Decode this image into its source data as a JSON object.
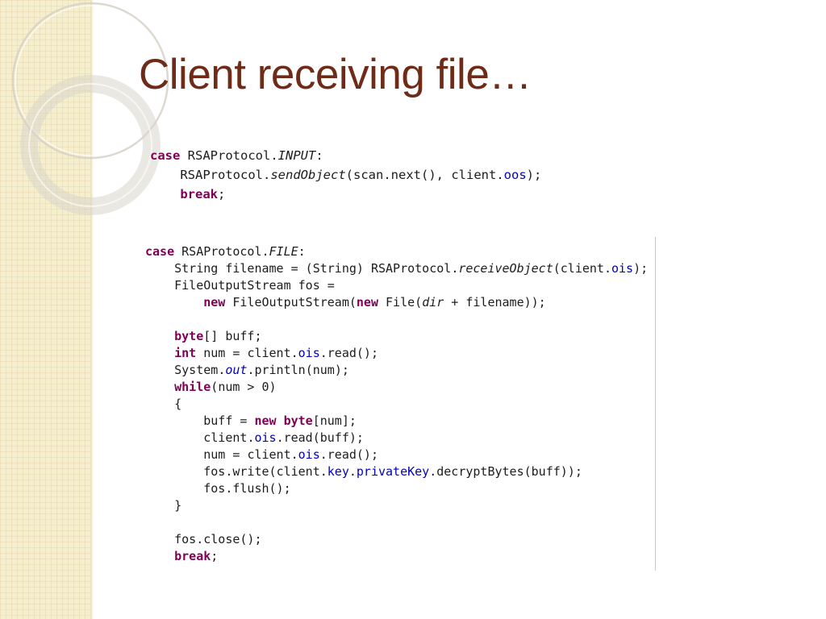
{
  "slide": {
    "title": "Client receiving file…"
  },
  "code_block_1": {
    "lines": [
      "case RSAProtocol.INPUT:",
      "    RSAProtocol.sendObject(scan.next(), client.oos);",
      "    break;"
    ]
  },
  "code_block_2": {
    "lines": [
      "case RSAProtocol.FILE:",
      "    String filename = (String) RSAProtocol.receiveObject(client.ois);",
      "    FileOutputStream fos =",
      "        new FileOutputStream(new File(dir + filename));",
      "",
      "    byte[] buff;",
      "    int num = client.ois.read();",
      "    System.out.println(num);",
      "    while(num > 0)",
      "    {",
      "        buff = new byte[num];",
      "        client.ois.read(buff);",
      "        num = client.ois.read();",
      "        fos.write(client.key.privateKey.decryptBytes(buff));",
      "        fos.flush();",
      "    }",
      "",
      "    fos.close();",
      "    break;"
    ]
  },
  "colors": {
    "title": "#6e2b17",
    "keyword": "#7f0055",
    "field": "#0000c0",
    "sidebar": "#f6efcf"
  }
}
